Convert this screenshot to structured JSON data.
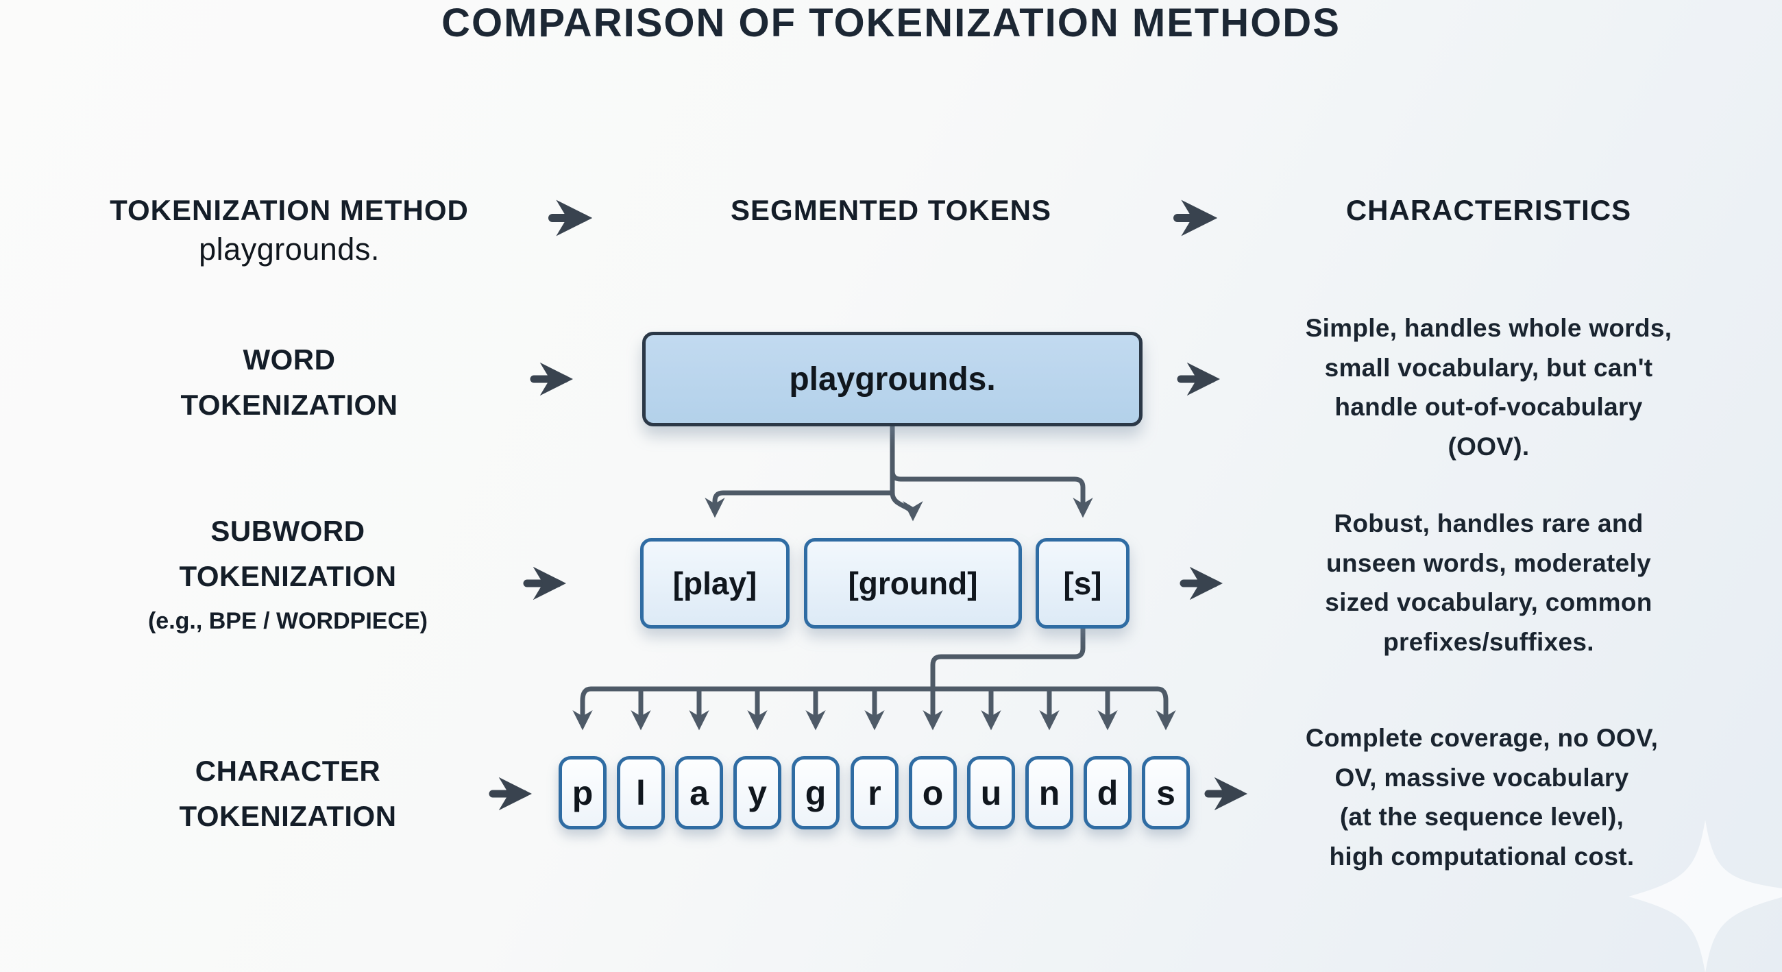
{
  "title": "COMPARISON OF TOKENIZATION METHODS",
  "header": {
    "method_label": "TOKENIZATION METHOD",
    "method_sample": "playgrounds.",
    "tokens_label": "SEGMENTED TOKENS",
    "characteristics_label": "CHARACTERISTICS"
  },
  "rows": [
    {
      "label_lines": [
        "WORD",
        "TOKENIZATION"
      ],
      "tokens": [
        "playgrounds."
      ],
      "characteristics_lines": [
        "Simple, handles whole words,",
        "small vocabulary, but can't",
        "handle out-of-vocabulary",
        "(OOV)."
      ]
    },
    {
      "label_lines": [
        "SUBWORD",
        "TOKENIZATION"
      ],
      "label_note": "(e.g., BPE / WORDPIECE)",
      "tokens": [
        "[play]",
        "[ground]",
        "[s]"
      ],
      "characteristics_lines": [
        "Robust, handles rare and",
        "unseen words, moderately",
        "sized vocabulary, common",
        "prefixes/suffixes."
      ]
    },
    {
      "label_lines": [
        "CHARACTER",
        "TOKENIZATION"
      ],
      "tokens": [
        "p",
        "l",
        "a",
        "y",
        "g",
        "r",
        "o",
        "u",
        "n",
        "d",
        "s"
      ],
      "characteristics_lines": [
        "Complete coverage, no OOV,",
        "OV, massive vocabulary",
        "(at the sequence level),",
        "high computational cost."
      ]
    }
  ],
  "colors": {
    "arrow": "#39434f",
    "connector": "#4e5a67",
    "word_box_fill": "#b7d3ec",
    "word_box_border": "#2b3847",
    "sub_box_fill": "#e7f1f9",
    "sub_box_border": "#2f6ca3",
    "text": "#161f2a",
    "background": "#f8f9f9"
  }
}
